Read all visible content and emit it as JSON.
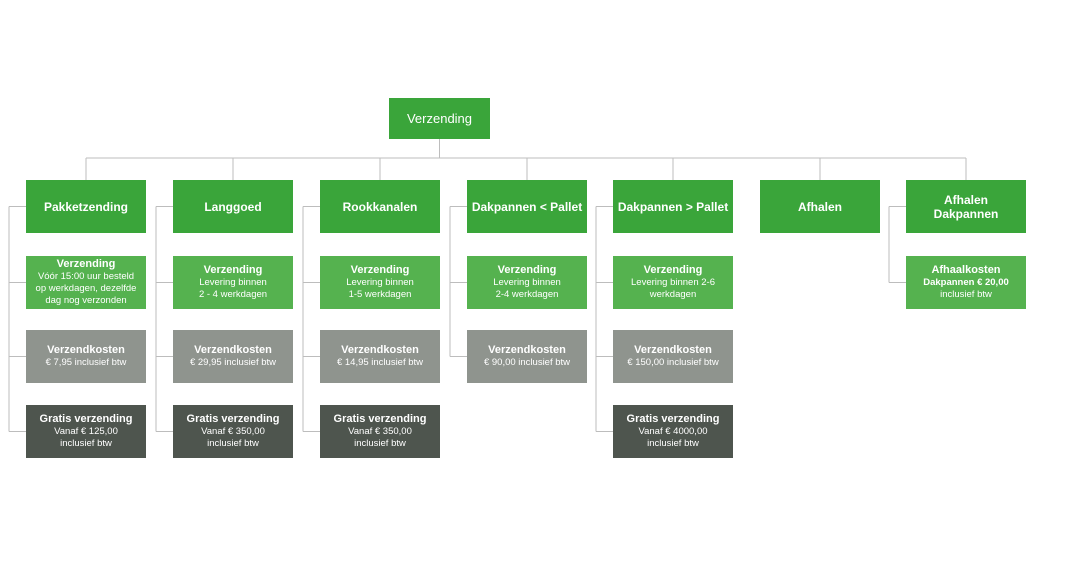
{
  "root": {
    "label": "Verzending"
  },
  "columns": [
    {
      "title": "Pakketzending",
      "cards": [
        {
          "kind": "green",
          "title": "Verzending",
          "lines": [
            "Vóór 15:00 uur besteld",
            "op werkdagen, dezelfde",
            "dag nog verzonden"
          ]
        },
        {
          "kind": "grey",
          "title": "Verzendkosten",
          "lines": [
            "€ 7,95 inclusief btw"
          ]
        },
        {
          "kind": "dark",
          "title": "Gratis verzending",
          "lines": [
            "Vanaf € 125,00",
            "inclusief btw"
          ]
        }
      ]
    },
    {
      "title": "Langgoed",
      "cards": [
        {
          "kind": "green",
          "title": "Verzending",
          "lines": [
            "Levering binnen",
            "2 - 4 werkdagen"
          ]
        },
        {
          "kind": "grey",
          "title": "Verzendkosten",
          "lines": [
            "€ 29,95 inclusief btw"
          ]
        },
        {
          "kind": "dark",
          "title": "Gratis verzending",
          "lines": [
            "Vanaf € 350,00",
            "inclusief btw"
          ]
        }
      ]
    },
    {
      "title": "Rookkanalen",
      "cards": [
        {
          "kind": "green",
          "title": "Verzending",
          "lines": [
            "Levering binnen",
            "1-5 werkdagen"
          ]
        },
        {
          "kind": "grey",
          "title": "Verzendkosten",
          "lines": [
            "€ 14,95 inclusief btw"
          ]
        },
        {
          "kind": "dark",
          "title": "Gratis verzending",
          "lines": [
            "Vanaf € 350,00",
            "inclusief btw"
          ]
        }
      ]
    },
    {
      "title": "Dakpannen < Pallet",
      "cards": [
        {
          "kind": "green",
          "title": "Verzending",
          "lines": [
            "Levering binnen",
            "2-4 werkdagen"
          ]
        },
        {
          "kind": "grey",
          "title": "Verzendkosten",
          "lines": [
            "€ 90,00 inclusief btw"
          ]
        }
      ]
    },
    {
      "title": "Dakpannen > Pallet",
      "cards": [
        {
          "kind": "green",
          "title": "Verzending",
          "lines": [
            "Levering binnen 2-6",
            "werkdagen"
          ]
        },
        {
          "kind": "grey",
          "title": "Verzendkosten",
          "lines": [
            "€ 150,00 inclusief btw"
          ]
        },
        {
          "kind": "dark",
          "title": "Gratis verzending",
          "lines": [
            "Vanaf € 4000,00",
            "inclusief btw"
          ]
        }
      ]
    },
    {
      "title": "Afhalen",
      "cards": []
    },
    {
      "title": "Afhalen Dakpannen",
      "cards": [
        {
          "kind": "green",
          "title": "Afhaalkosten",
          "lines": [
            "Dakpannen € 20,00",
            "inclusief btw"
          ],
          "bold_first_line": true
        }
      ]
    }
  ]
}
